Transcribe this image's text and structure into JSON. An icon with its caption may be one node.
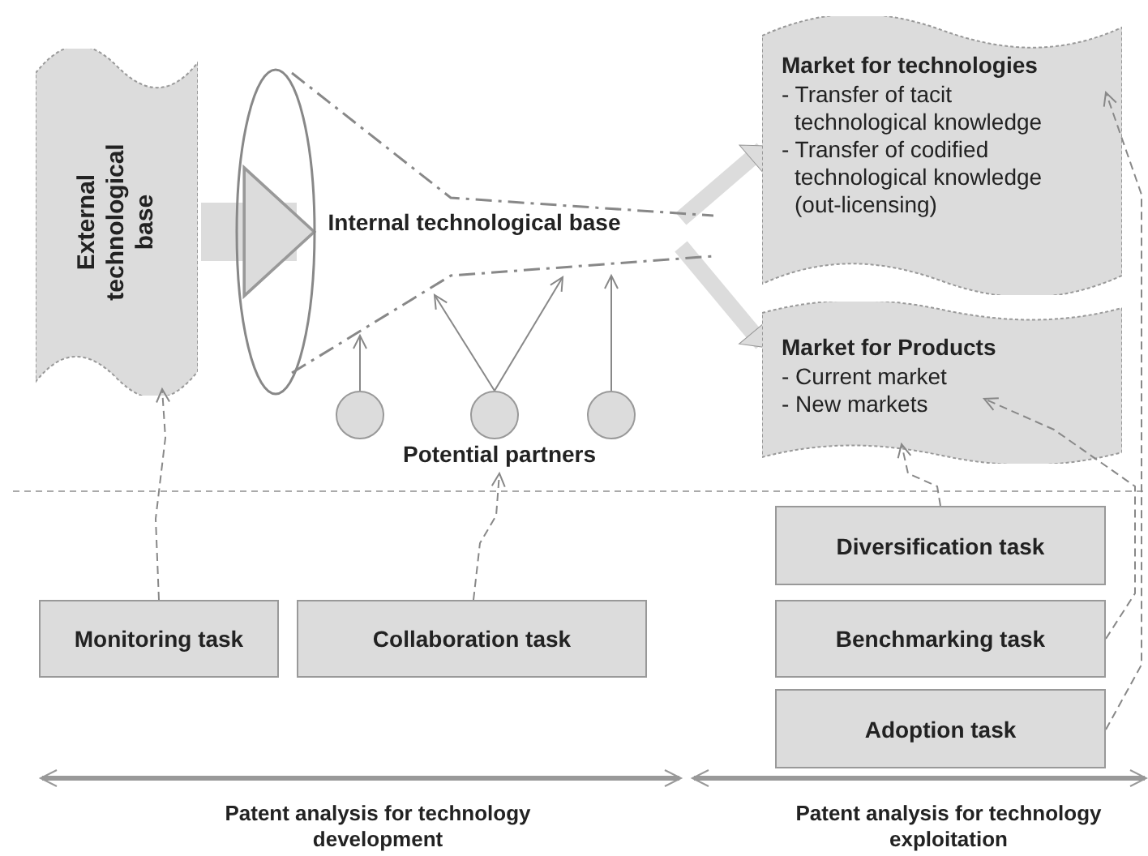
{
  "diagram": {
    "nodes": [
      {
        "text": [
          "External technological base"
        ]
      },
      {
        "text": [
          "Internal technological base"
        ]
      },
      {
        "text": [
          "Market for technologies",
          "- Transfer of tacit technological knowledge",
          "- Transfer of codified technological knowledge (out-licensing)"
        ]
      },
      {
        "text": [
          "Market for Products",
          "- Current market",
          "- New markets"
        ]
      },
      {
        "text": [],
        "shape": "circle"
      },
      {
        "text": [],
        "shape": "circle"
      },
      {
        "text": [],
        "shape": "circle"
      },
      {
        "text": [
          "Potential partners"
        ]
      },
      {
        "text": [
          "Monitoring task"
        ]
      },
      {
        "text": [
          "Collaboration task"
        ]
      },
      {
        "text": [
          "Diversification task"
        ]
      },
      {
        "text": [
          "Benchmarking task"
        ]
      },
      {
        "text": [
          "Adoption task"
        ]
      }
    ],
    "edges": [
      {
        "from": 0,
        "to": 1,
        "arrow": "to",
        "style": "thick"
      },
      {
        "from": 1,
        "to": 2,
        "arrow": "to",
        "style": "thick"
      },
      {
        "from": 1,
        "to": 3,
        "arrow": "to",
        "style": "thick"
      },
      {
        "from": 4,
        "to": 1,
        "arrow": "to"
      },
      {
        "from": 5,
        "to": 1,
        "arrow": "to"
      },
      {
        "from": 5,
        "to": 1,
        "arrow": "to"
      },
      {
        "from": 6,
        "to": 1,
        "arrow": "to"
      },
      {
        "from": 8,
        "to": 0,
        "arrow": "to",
        "style": "dashed"
      },
      {
        "from": 9,
        "to": 7,
        "arrow": "to",
        "style": "dashed"
      },
      {
        "from": 10,
        "to": 3,
        "arrow": "to",
        "style": "dashed"
      },
      {
        "from": 11,
        "to": 3,
        "arrow": "to",
        "style": "dashed"
      },
      {
        "from": 12,
        "to": 2,
        "arrow": "to",
        "style": "dashed"
      }
    ],
    "labels": [
      "Patent analysis for technology development",
      "Patent analysis for technology exploitation"
    ]
  }
}
